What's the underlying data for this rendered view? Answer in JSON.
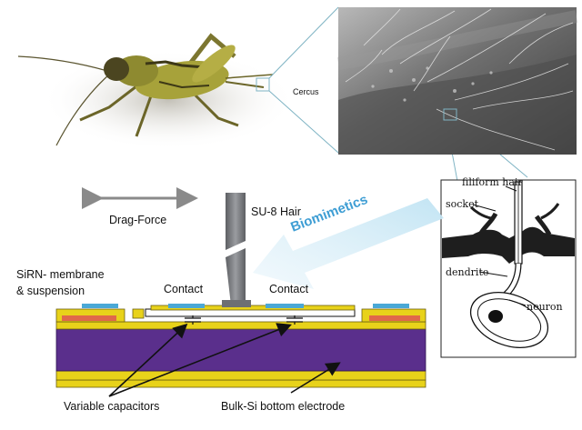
{
  "labels": {
    "cercus": "Cercus",
    "filiform_hair": "filiform hair",
    "socket": "socket",
    "dendrite": "dendrite",
    "neuron": "neuron",
    "biomimetics": "Biomimetics",
    "su8_hair": "SU-8 Hair",
    "drag_force": "Drag-Force",
    "membrane_line1": "SiRN- membrane",
    "membrane_line2": "& suspension",
    "contact_left": "Contact",
    "contact_right": "Contact",
    "variable_capacitors": "Variable capacitors",
    "bottom_electrode": "Bulk-Si bottom electrode"
  },
  "colors": {
    "substrate": "#5a2f8c",
    "yellow_layer": "#e8d21a",
    "contact_blue": "#4aa8d6",
    "pad_red": "#e0684a",
    "hair_gray": "#7a7c80",
    "arrow_gray": "#8a8a8a",
    "biomimetics_blue": "#3f9ed4",
    "cricket_body": "#a7a23a",
    "cricket_dark": "#4b4520",
    "zoom_line": "#7fb4c4"
  }
}
